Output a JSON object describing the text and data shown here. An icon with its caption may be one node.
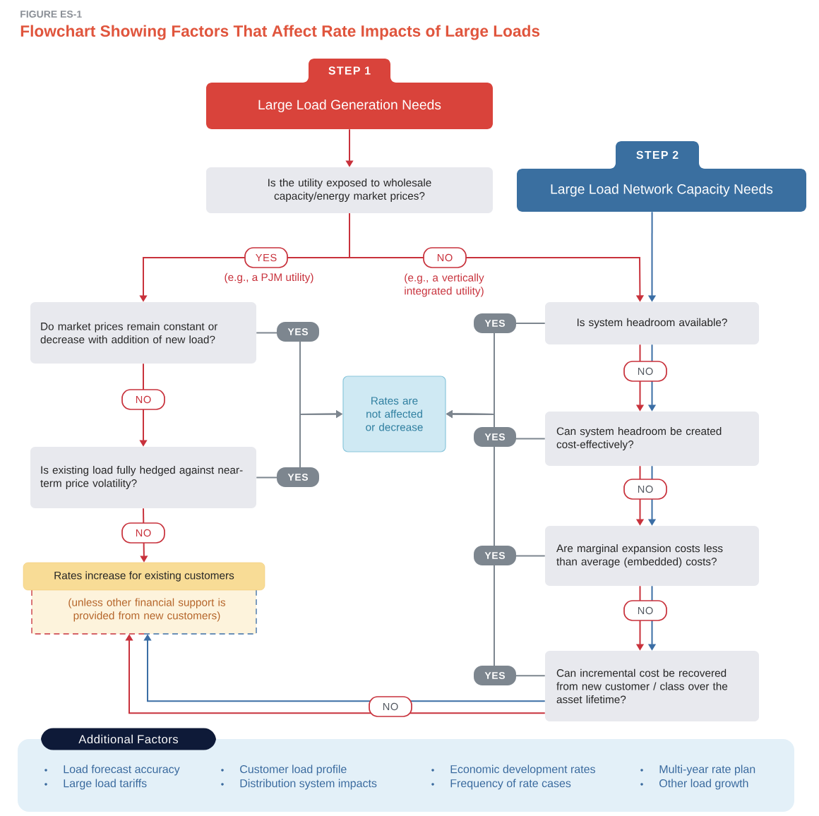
{
  "diagram": {
    "title": "Flowchart Showing Factors That Affect Rate Impacts of Large Loads",
    "nodes": [
      {
        "text": [
          "STEP 1",
          "Large Load Generation Needs"
        ]
      },
      {
        "text": [
          "Is the utility exposed to wholesale capacity/energy market prices?"
        ]
      },
      {
        "text": [
          "STEP 2",
          "Large Load Network Capacity Needs"
        ]
      },
      {
        "text": [
          "Do market prices remain constant or decrease with addition of new load?"
        ]
      },
      {
        "text": [
          "Is system headroom available?"
        ]
      },
      {
        "text": [
          "Rates are not affected or decrease"
        ]
      },
      {
        "text": [
          "Can system headroom be created cost-effectively?"
        ]
      },
      {
        "text": [
          "Is existing load fully hedged against near-term price volatility?"
        ]
      },
      {
        "text": [
          "Are marginal expansion costs less than average (embedded) costs?"
        ]
      },
      {
        "text": [
          "Rates increase for existing customers",
          "(unless other financial support is provided from new customers)"
        ]
      },
      {
        "text": [
          "Can incremental cost be recovered from new customer / class over the asset lifetime?"
        ]
      },
      {
        "text": [
          "Additional Factors",
          "Load forecast accuracy",
          "Large load tariffs",
          "Customer load profile",
          "Distribution system impacts",
          "Economic development rates",
          "Frequency of rate cases",
          "Multi-year rate plan",
          "Other load growth"
        ]
      }
    ],
    "edges": [
      {
        "from": 0,
        "to": 1,
        "arrow": "to"
      },
      {
        "from": 1,
        "to": 3,
        "arrow": "to",
        "label": "YES"
      },
      {
        "from": 1,
        "to": 4,
        "arrow": "to",
        "label": "NO"
      },
      {
        "from": 2,
        "to": 4,
        "arrow": "to",
        "color": "#3b6ea5"
      },
      {
        "from": 3,
        "to": 5,
        "arrow": "to",
        "label": "YES",
        "color": "#7d868f"
      },
      {
        "from": 7,
        "to": 5,
        "arrow": "to",
        "label": "YES",
        "color": "#7d868f"
      },
      {
        "from": 3,
        "to": 7,
        "arrow": "to",
        "label": "NO"
      },
      {
        "from": 7,
        "to": 9,
        "arrow": "to",
        "label": "NO"
      },
      {
        "from": 4,
        "to": 5,
        "arrow": "to",
        "label": "YES",
        "color": "#7d868f"
      },
      {
        "from": 6,
        "to": 5,
        "arrow": "to",
        "label": "YES",
        "color": "#7d868f"
      },
      {
        "from": 8,
        "to": 5,
        "arrow": "to",
        "label": "YES",
        "color": "#7d868f"
      },
      {
        "from": 10,
        "to": 5,
        "arrow": "to",
        "label": "YES",
        "color": "#7d868f"
      },
      {
        "from": 4,
        "to": 6,
        "arrow": "to",
        "label": "NO"
      },
      {
        "from": 4,
        "to": 6,
        "arrow": "to",
        "color": "#3b6ea5"
      },
      {
        "from": 6,
        "to": 8,
        "arrow": "to",
        "label": "NO"
      },
      {
        "from": 6,
        "to": 8,
        "arrow": "to",
        "color": "#3b6ea5"
      },
      {
        "from": 8,
        "to": 10,
        "arrow": "to",
        "label": "NO"
      },
      {
        "from": 8,
        "to": 10,
        "arrow": "to",
        "color": "#3b6ea5"
      },
      {
        "from": 10,
        "to": 9,
        "arrow": "to",
        "label": "NO"
      },
      {
        "from": 10,
        "to": 9,
        "arrow": "to",
        "color": "#3b6ea5"
      }
    ],
    "labels": [
      "FIGURE ES-1",
      "(e.g., a PJM utility)",
      "(e.g., a vertically integrated utility)"
    ]
  }
}
